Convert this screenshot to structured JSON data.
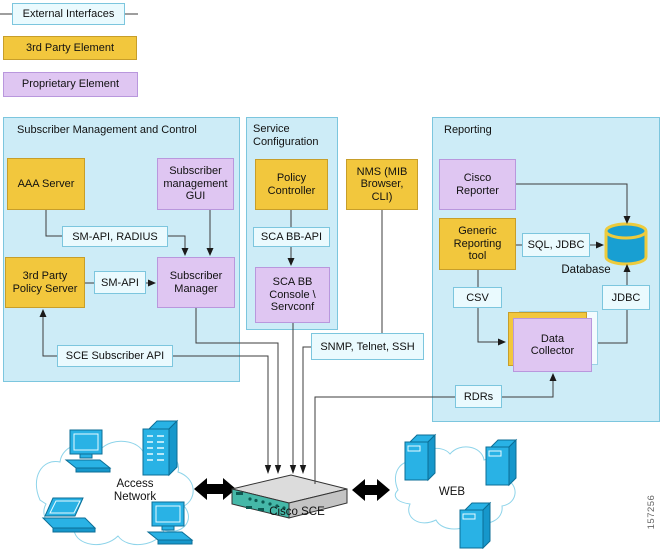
{
  "figure_id": "157256",
  "colors": {
    "container_fill": "#cdecf7",
    "container_border": "#7cc6de",
    "third_party_fill": "#f2c73d",
    "proprietary_fill": "#dfc6f2",
    "interface_label_fill": "#eafafe",
    "line": "#3d3d3d",
    "icon_cyan": "#29b2e5",
    "device_teal": "#45b8a8",
    "database_blue": "#189fd2",
    "database_border": "#edcb3d"
  },
  "legend": {
    "external_interfaces": "External Interfaces",
    "third_party_element": "3rd Party Element",
    "proprietary_element": "Proprietary Element"
  },
  "groups": {
    "smc_title": "Subscriber Management and Control",
    "service_config_title": "Service Configuration",
    "reporting_title": "Reporting"
  },
  "nodes": {
    "aaa_server": "AAA Server",
    "subscriber_management_gui": "Subscriber management GUI",
    "third_party_policy_server": "3rd Party Policy Server",
    "subscriber_manager": "Subscriber Manager",
    "policy_controller": "Policy Controller",
    "sca_bb_console": "SCA BB Console \\ Servconf",
    "nms": "NMS (MIB Browser, CLI)",
    "cisco_reporter": "Cisco Reporter",
    "generic_reporting_tool": "Generic Reporting tool",
    "data_collector": "Data Collector",
    "database_label": "Database"
  },
  "interfaces": {
    "sm_api_radius": "SM-API, RADIUS",
    "sm_api": "SM-API",
    "sce_subscriber_api": "SCE Subscriber API",
    "sca_bb_api": "SCA BB-API",
    "snmp_telnet_ssh": "SNMP, Telnet, SSH",
    "sql_jdbc": "SQL, JDBC",
    "csv": "CSV",
    "jdbc": "JDBC",
    "rdrs": "RDRs"
  },
  "network": {
    "access_network": "Access Network",
    "cisco_sce": "Cisco SCE",
    "web": "WEB"
  }
}
